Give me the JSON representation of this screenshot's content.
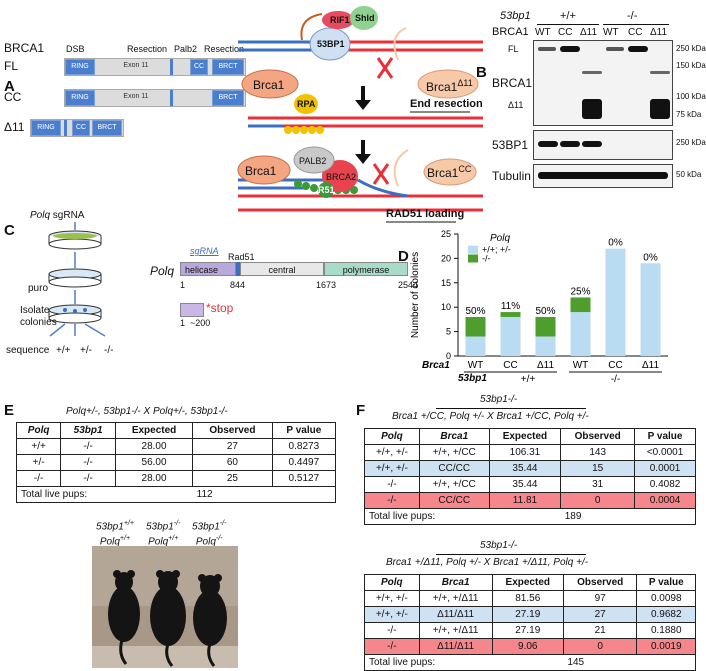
{
  "panel_labels": {
    "A": "A",
    "B": "B",
    "C": "C",
    "D": "D",
    "E": "E",
    "F": "F"
  },
  "panelA": {
    "header": {
      "brca1": "BRCA1",
      "dsb": "DSB",
      "resection1": "Resection",
      "palb2": "Palb2",
      "resection2": "Resection"
    },
    "isoforms": [
      {
        "name": "FL",
        "domains": {
          "ring": "RING",
          "exon": "Exon 11",
          "cc": "CC",
          "brct": "BRCT"
        }
      },
      {
        "name": "CC",
        "domains": {
          "ring": "RING",
          "exon": "Exon 11",
          "brct": "BRCT"
        }
      },
      {
        "name": "Δ11",
        "domains": {
          "ring": "RING",
          "cc": "CC",
          "brct": "BRCT"
        }
      }
    ],
    "schematic": {
      "rif1": "RIF1",
      "shld": "Shld",
      "bp53": "53BP1",
      "brca1": "Brca1",
      "rpa": "RPA",
      "brca1d11_base": "Brca1",
      "brca1d11_sup": "Δ11",
      "end_resection": "End resection",
      "palb2": "PALB2",
      "brca2": "BRCA2",
      "brca1_b": "Brca1",
      "brca1cc_base": "Brca1",
      "brca1cc_sup": "CC",
      "r51": "R51",
      "rad51_loading": "RAD51 loading",
      "colors": {
        "brca1": "#f4a582",
        "rif1": "#e84a5f",
        "shld": "#8fd18f",
        "bp53": "#cfe0f5",
        "rpa": "#f2c200",
        "palb2": "#c9c9c9",
        "brca2": "#e8434f",
        "r51": "#3a9a3a",
        "dna_red": "#e8303a",
        "dna_blue": "#3a6fc4",
        "cross": "#e8303a"
      }
    }
  },
  "panelB": {
    "gene": "53bp1",
    "group1": "+/+",
    "group2": "-/-",
    "brca1": "BRCA1",
    "lanes": [
      "WT",
      "CC",
      "Δ11",
      "WT",
      "CC",
      "Δ11"
    ],
    "fl": "FL",
    "brca1_label": "BRCA1",
    "d11": "Δ11",
    "bp53": "53BP1",
    "tubulin": "Tubulin",
    "mw1": [
      "250 kDa",
      "150 kDa",
      "100 kDa",
      "75 kDa"
    ],
    "mw2": "250 kDa",
    "mw3": "50 kDa"
  },
  "panelC": {
    "polq_sgrna": "Polq",
    "sgrna_word": "sgRNA",
    "puro": "puro",
    "isolate": "Isolate",
    "colonies": "colonies",
    "sequence": "sequence",
    "genotypes": [
      "+/+",
      "+/-",
      "-/-"
    ],
    "polq_gene": "Polq",
    "sgrna_small": "sgRNA",
    "rad51": "Rad51",
    "domains": {
      "helicase": "helicase",
      "central": "central",
      "polymerase": "polymerase"
    },
    "positions": {
      "p1": "1",
      "p844": "844",
      "p1673": "1673",
      "p2544": "2544",
      "trunc1": "1",
      "trunc200": "~200"
    },
    "stop": "*stop"
  },
  "panelD": {
    "chart_data": {
      "type": "bar",
      "stacked": true,
      "categories": [
        "WT",
        "CC",
        "Δ11",
        "WT",
        "CC",
        "Δ11"
      ],
      "group_labels": {
        "brca1": "Brca1",
        "bp53": "53bp1",
        "g1": "+/+",
        "g2": "-/-"
      },
      "ylabel": "Number of colonies",
      "ylim": [
        0,
        25
      ],
      "yticks": [
        0,
        5,
        10,
        15,
        20,
        25
      ],
      "legend_title": "Polq",
      "series": [
        {
          "name": "+/+; +/-",
          "color": "#b9dcf2",
          "values": [
            4,
            8,
            4,
            9,
            22,
            19
          ]
        },
        {
          "name": "-/-",
          "color": "#4e9e2e",
          "values": [
            4,
            1,
            4,
            3,
            0,
            0
          ]
        }
      ],
      "percent_labels": [
        "50%",
        "11%",
        "50%",
        "25%",
        "0%",
        "0%"
      ]
    }
  },
  "panelE": {
    "title": "Polq+/-, 53bp1-/- X Polq+/-, 53bp1-/-",
    "headers": [
      "Polq",
      "53bp1",
      "Expected",
      "Observed",
      "P value"
    ],
    "rows": [
      [
        "+/+",
        "-/-",
        "28.00",
        "27",
        "0.8273"
      ],
      [
        "+/-",
        "-/-",
        "56.00",
        "60",
        "0.4497"
      ],
      [
        "-/-",
        "-/-",
        "28.00",
        "25",
        "0.5127"
      ]
    ],
    "total_label": "Total live pups:",
    "total_value": "112",
    "mice": [
      {
        "line1": "53bp1",
        "sup1": "+/+",
        "line2": "Polq",
        "sup2": "+/+"
      },
      {
        "line1": "53bp1",
        "sup1": "-/-",
        "line2": "Polq",
        "sup2": "+/+"
      },
      {
        "line1": "53bp1",
        "sup1": "-/-",
        "line2": "Polq",
        "sup2": "-/-"
      }
    ]
  },
  "panelF": {
    "t1_title1": "53bp1-/-",
    "t1_title2": "Brca1 +/CC, Polq +/- X Brca1 +/CC, Polq +/-",
    "headers": [
      "Polq",
      "Brca1",
      "Expected",
      "Observed",
      "P value"
    ],
    "t1_rows": [
      [
        "+/+, +/-",
        "+/+, +/CC",
        "106.31",
        "143",
        "<0.0001"
      ],
      [
        "+/+, +/-",
        "CC/CC",
        "35.44",
        "15",
        "0.0001"
      ],
      [
        "-/-",
        "+/+, +/CC",
        "35.44",
        "31",
        "0.4082"
      ],
      [
        "-/-",
        "CC/CC",
        "11.81",
        "0",
        "0.0004"
      ]
    ],
    "t1_total_label": "Total live pups:",
    "t1_total_value": "189",
    "t2_title1": "53bp1-/-",
    "t2_title2": "Brca1 +/Δ11, Polq +/- X Brca1 +/Δ11, Polq +/-",
    "t2_rows": [
      [
        "+/+, +/-",
        "+/+, +/Δ11",
        "81.56",
        "97",
        "0.0098"
      ],
      [
        "+/+, +/-",
        "Δ11/Δ11",
        "27.19",
        "27",
        "0.9682"
      ],
      [
        "-/-",
        "+/+, +/Δ11",
        "27.19",
        "21",
        "0.1880"
      ],
      [
        "-/-",
        "Δ11/Δ11",
        "9.06",
        "0",
        "0.0019"
      ]
    ],
    "t2_total_label": "Total live pups:",
    "t2_total_value": "145"
  }
}
